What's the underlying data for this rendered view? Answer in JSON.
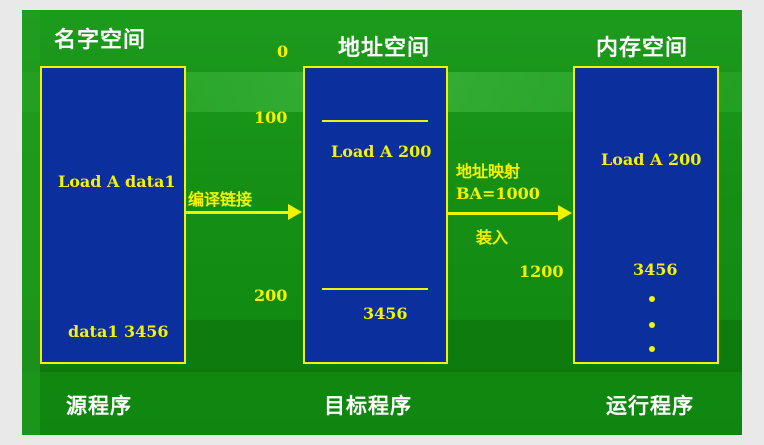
{
  "spaces": {
    "name_space": "名字空间",
    "address_space": "地址空间",
    "memory_space": "内存空间"
  },
  "source_box": {
    "instruction": "Load A data1",
    "data": "data1 3456"
  },
  "target_box": {
    "instruction": "Load A 200",
    "data": "3456"
  },
  "memory_box": {
    "instruction": "Load A 200",
    "data": "3456",
    "ellipsis_dots": 3
  },
  "addresses": {
    "a0": "0",
    "a100": "100",
    "a200": "200",
    "a1200": "1200"
  },
  "arrows": {
    "compile_link": "编译链接",
    "address_mapping": "地址映射",
    "base_address": "BA=1000",
    "load": "装入"
  },
  "footer": {
    "source_program": "源程序",
    "target_program": "目标程序",
    "running_program": "运行程序"
  },
  "colors": {
    "background": "#159015",
    "box_fill": "#0b2f9c",
    "accent": "#f3f300",
    "heading": "#ffffff"
  }
}
